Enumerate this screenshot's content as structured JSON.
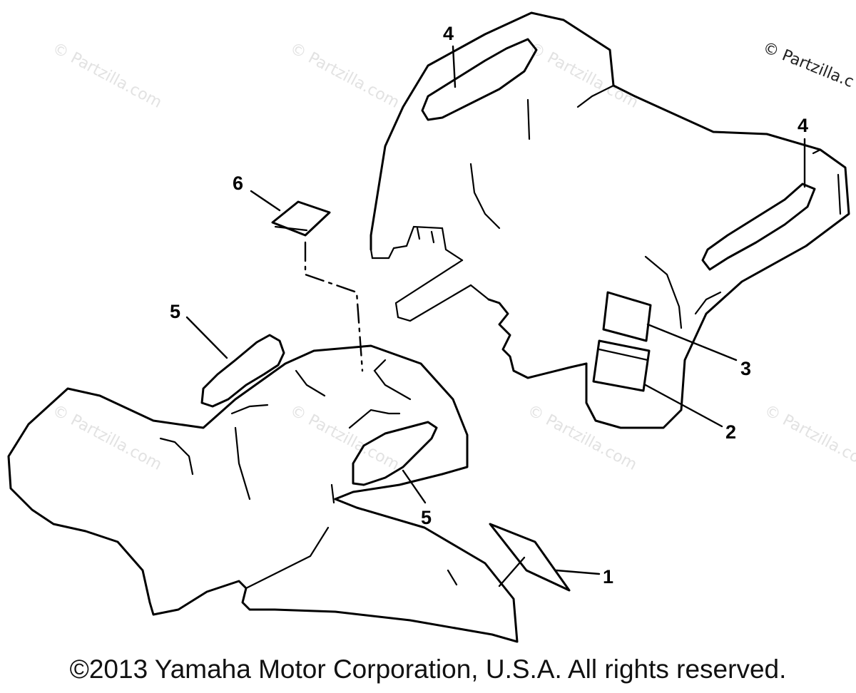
{
  "watermark": {
    "text": "© Partzilla.com",
    "corner_text": "© Partzilla.c"
  },
  "callouts": {
    "c1": "1",
    "c2": "2",
    "c3": "3",
    "c4a": "4",
    "c4b": "4",
    "c5a": "5",
    "c5b": "5",
    "c6": "6"
  },
  "footer": {
    "copyright": "©2013 Yamaha Motor Corporation, U.S.A. All rights reserved."
  },
  "colors": {
    "line": "#000000",
    "watermark": "#e2e2e2",
    "background": "#ffffff"
  }
}
